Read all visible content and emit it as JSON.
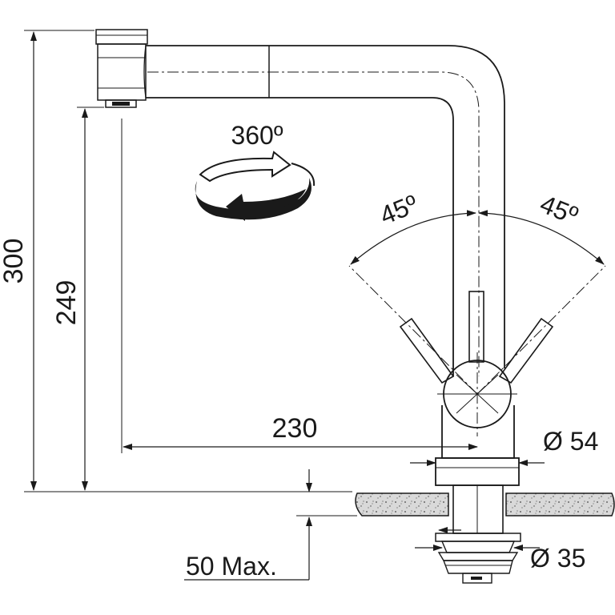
{
  "dimensions": {
    "total_height": "300",
    "spout_height": "249",
    "reach": "230",
    "rotation": "360º",
    "lever_angle_left": "45º",
    "lever_angle_right": "45º",
    "base_diameter": "Ø 54",
    "hole_diameter": "Ø 35",
    "counter_thickness": "50 Max."
  },
  "colors": {
    "line": "#1a1a1a",
    "granite": "#d9d9d9"
  }
}
